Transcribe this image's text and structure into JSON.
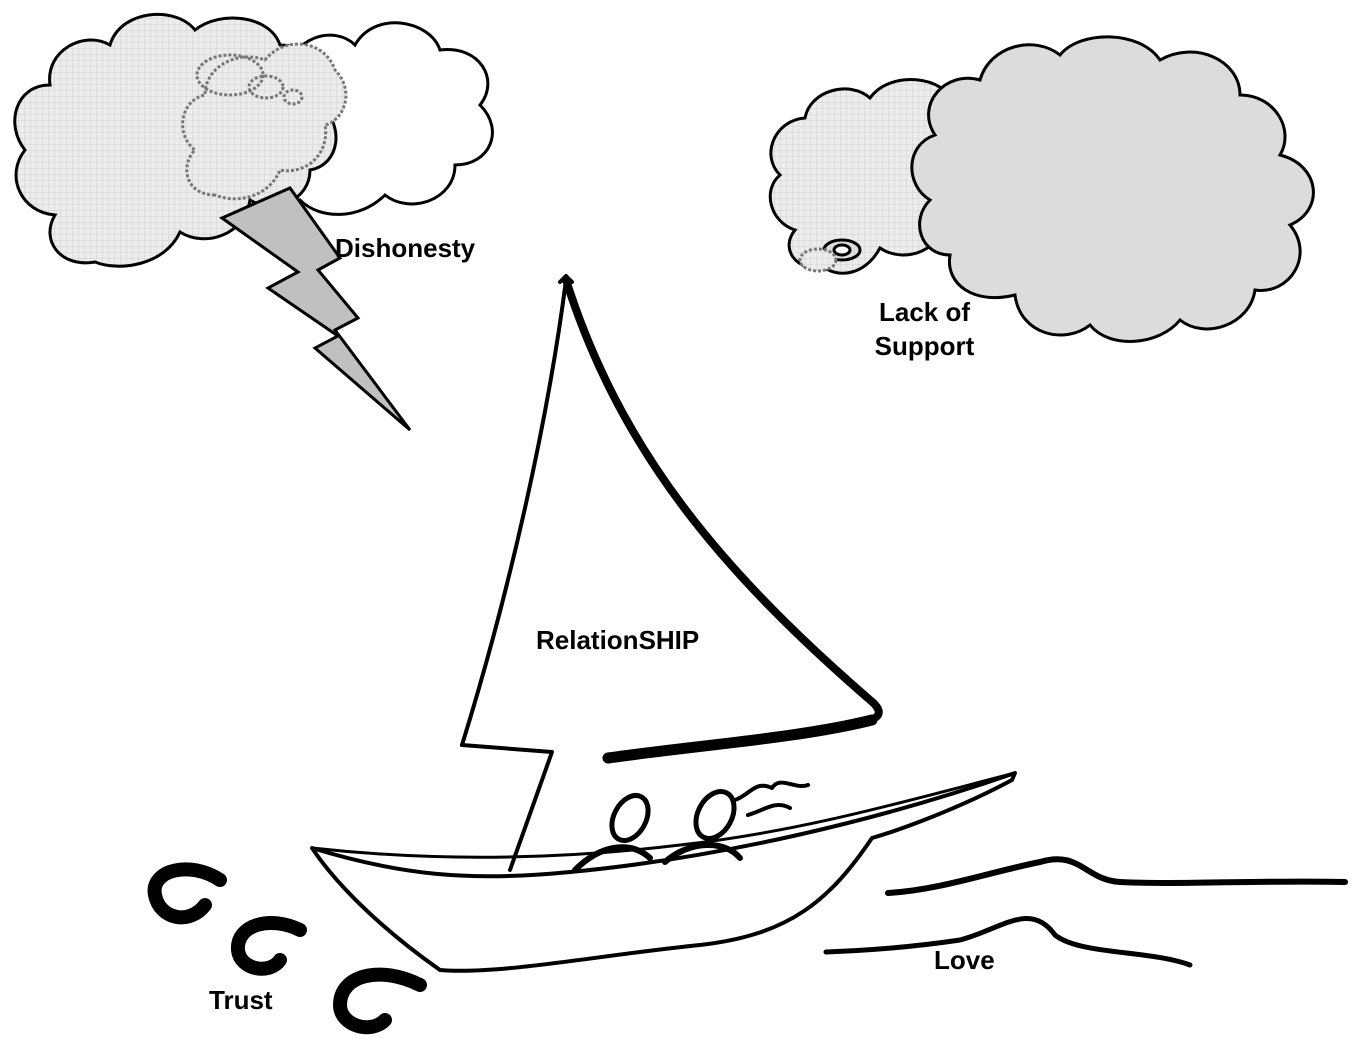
{
  "labels": {
    "dishonesty": "Dishonesty",
    "lack_of_support": "Lack of\nSupport",
    "relationship": "RelationSHIP",
    "love": "Love",
    "trust": "Trust"
  },
  "colors": {
    "ink": "#000000",
    "cloud_fill": "#dcdcdc",
    "cloud_fill_light": "#efefef",
    "bolt_fill": "#c0c0c0",
    "background": "#ffffff"
  }
}
